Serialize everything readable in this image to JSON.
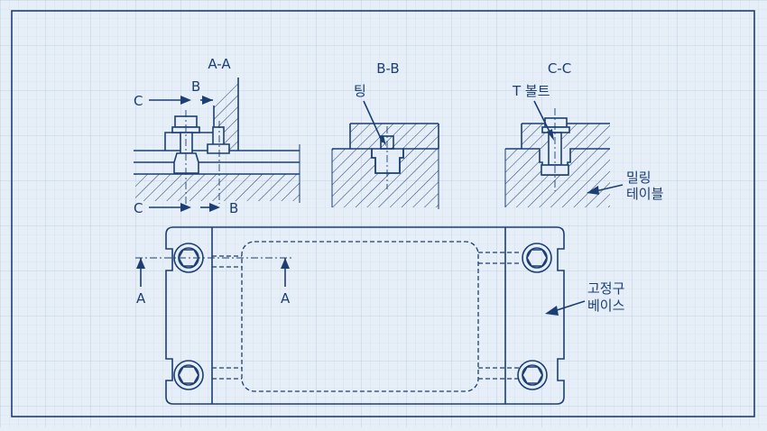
{
  "sections": {
    "aa": {
      "title": "A-A"
    },
    "bb": {
      "title": "B-B",
      "part_label": "팅"
    },
    "cc": {
      "title": "C-C",
      "part_label": "T 볼트"
    }
  },
  "cut_marks": {
    "a": "A",
    "b": "B",
    "c": "C"
  },
  "labels": {
    "table_line1": "밀링",
    "table_line2": "테이블",
    "fixture_line1": "고정구",
    "fixture_line2": "베이스"
  },
  "colors": {
    "paper": "#e6eef7",
    "grid": "#c8d6e8",
    "ink": "#1b3f72"
  }
}
